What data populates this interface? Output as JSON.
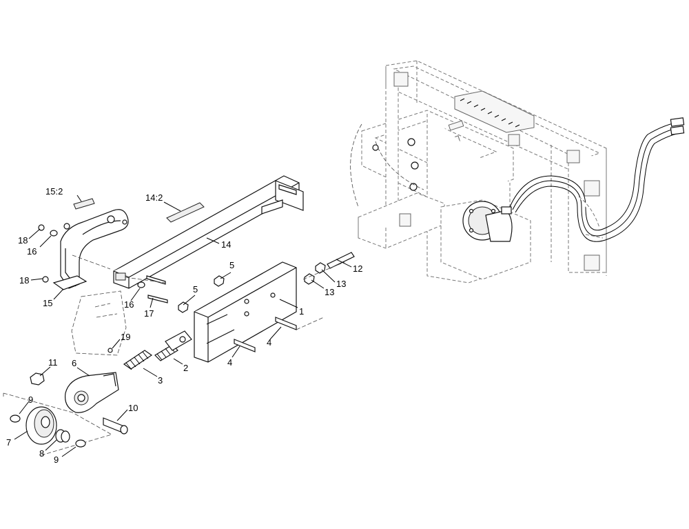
{
  "callouts": [
    {
      "id": "c15_2",
      "text": "15:2"
    },
    {
      "id": "c14_2",
      "text": "14:2"
    },
    {
      "id": "c18a",
      "text": "18"
    },
    {
      "id": "c16a",
      "text": "16"
    },
    {
      "id": "c14",
      "text": "14"
    },
    {
      "id": "c18b",
      "text": "18"
    },
    {
      "id": "c15",
      "text": "15"
    },
    {
      "id": "c16b",
      "text": "16"
    },
    {
      "id": "c17",
      "text": "17"
    },
    {
      "id": "c5a",
      "text": "5"
    },
    {
      "id": "c5b",
      "text": "5"
    },
    {
      "id": "c1",
      "text": "1"
    },
    {
      "id": "c12",
      "text": "12"
    },
    {
      "id": "c13a",
      "text": "13"
    },
    {
      "id": "c13b",
      "text": "13"
    },
    {
      "id": "c4a",
      "text": "4"
    },
    {
      "id": "c4b",
      "text": "4"
    },
    {
      "id": "c19",
      "text": "19"
    },
    {
      "id": "c11",
      "text": "11"
    },
    {
      "id": "c6",
      "text": "6"
    },
    {
      "id": "c2",
      "text": "2"
    },
    {
      "id": "c3",
      "text": "3"
    },
    {
      "id": "c9a",
      "text": "9"
    },
    {
      "id": "c10",
      "text": "10"
    },
    {
      "id": "c7",
      "text": "7"
    },
    {
      "id": "c8",
      "text": "8"
    },
    {
      "id": "c9b",
      "text": "9"
    }
  ]
}
